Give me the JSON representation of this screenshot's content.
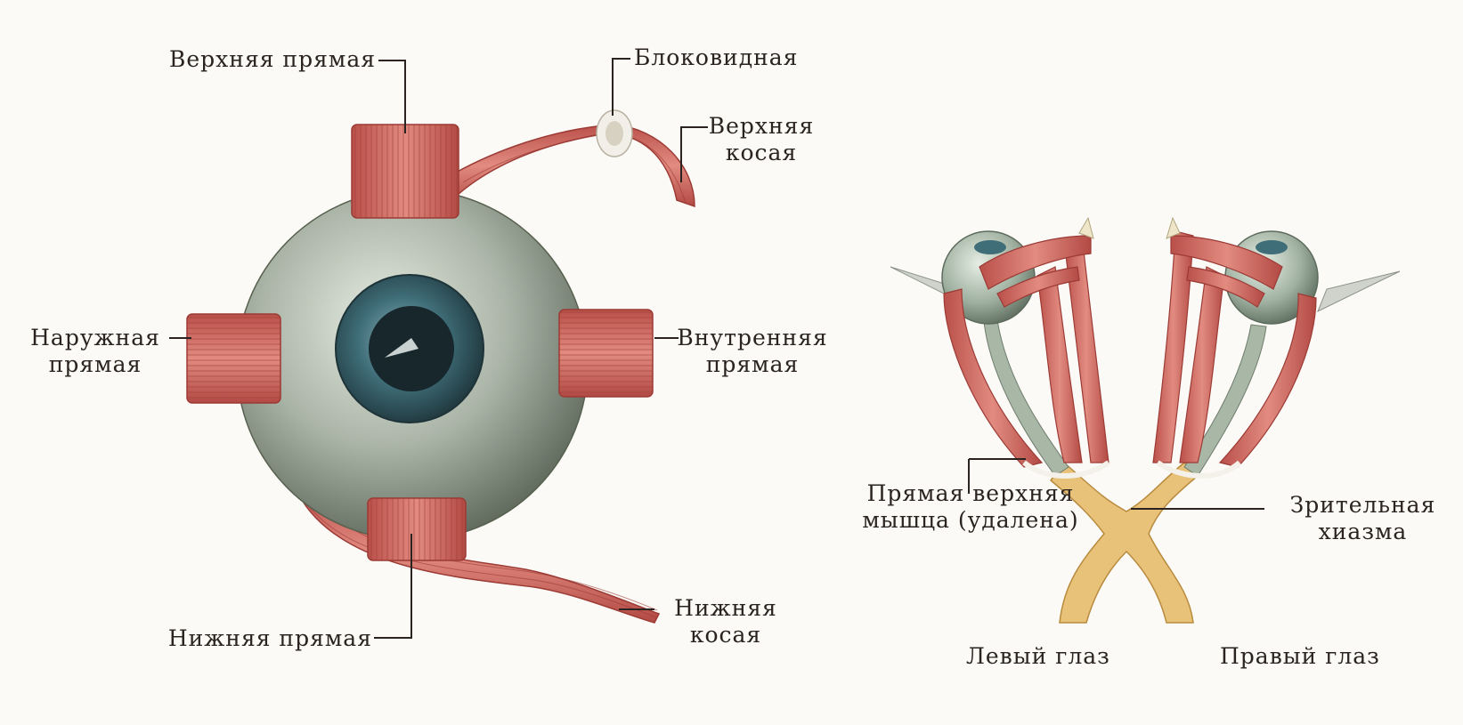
{
  "labels": {
    "superior_rectus": "Верхняя прямая",
    "trochlea": "Блоковидная",
    "superior_oblique": [
      "Верхняя",
      "косая"
    ],
    "lateral_rectus": [
      "Наружная",
      "прямая"
    ],
    "medial_rectus": [
      "Внутренняя",
      "прямая"
    ],
    "inferior_rectus": "Нижняя прямая",
    "inferior_oblique": [
      "Нижняя",
      "косая"
    ],
    "removed_muscle": [
      "Прямая верхняя",
      "мышца (удалена)"
    ],
    "chiasm": [
      "Зрительная",
      "хиазма"
    ],
    "left_eye": "Левый глаз",
    "right_eye": "Правый глаз"
  },
  "colors": {
    "muscle": "#d4726a",
    "muscle_dark": "#a8413c",
    "sclera": "#a9b3a6",
    "iris": "#3f6d78",
    "pupil": "#17272c",
    "nerve": "#e9c27a"
  }
}
